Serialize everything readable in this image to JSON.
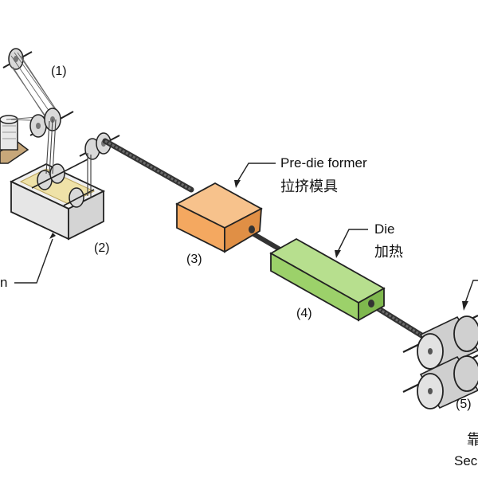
{
  "labels": {
    "step1": "(1)",
    "step2": "(2)",
    "step3": "(3)",
    "step4": "(4)",
    "step5": "(5)",
    "predie_en": "Pre-die former",
    "predie_zh": "拉挤模具",
    "die_en": "Die",
    "die_zh": "加热",
    "left_partial": "n",
    "right_partial_zh": "靠",
    "right_partial_en": "Sec"
  },
  "colors": {
    "predie_fill": "#f4a860",
    "die_fill": "#9cd16a",
    "outline": "#222222",
    "roller": "#d9d9d9",
    "bath": "#e6e6e6",
    "fiber": "#555555"
  }
}
